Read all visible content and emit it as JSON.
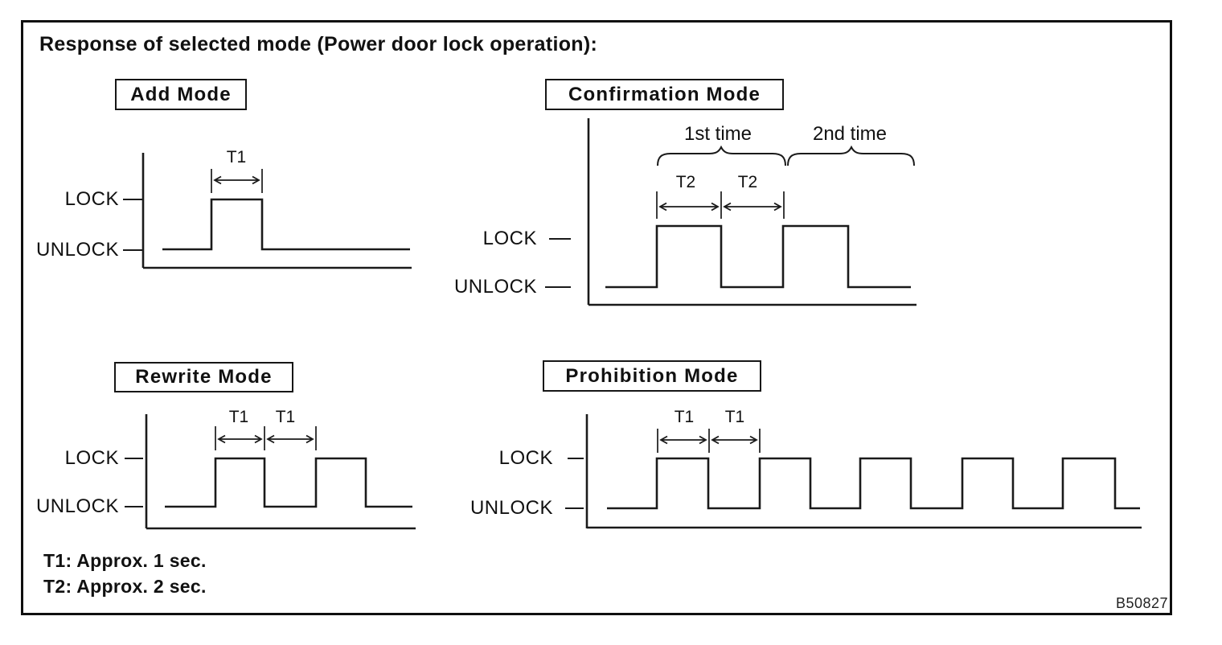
{
  "figure": {
    "title": "Response of selected mode (Power door lock operation):",
    "code": "B50827",
    "notes": {
      "t1": "T1: Approx. 1 sec.",
      "t2": "T2: Approx. 2 sec."
    }
  },
  "diagrams": {
    "add": {
      "title": "Add Mode",
      "lock_label": "LOCK",
      "unlock_label": "UNLOCK",
      "t1_label": "T1",
      "pulses": 1
    },
    "confirmation": {
      "title": "Confirmation Mode",
      "lock_label": "LOCK",
      "unlock_label": "UNLOCK",
      "t2_label_1": "T2",
      "t2_label_2": "T2",
      "first_time_label": "1st time",
      "second_time_label": "2nd time",
      "pulses": 2
    },
    "rewrite": {
      "title": "Rewrite Mode",
      "lock_label": "LOCK",
      "unlock_label": "UNLOCK",
      "t1_label_1": "T1",
      "t1_label_2": "T1",
      "pulses": 2
    },
    "prohibition": {
      "title": "Prohibition Mode",
      "lock_label": "LOCK",
      "unlock_label": "UNLOCK",
      "t1_label_1": "T1",
      "t1_label_2": "T1",
      "pulses": 5
    }
  }
}
